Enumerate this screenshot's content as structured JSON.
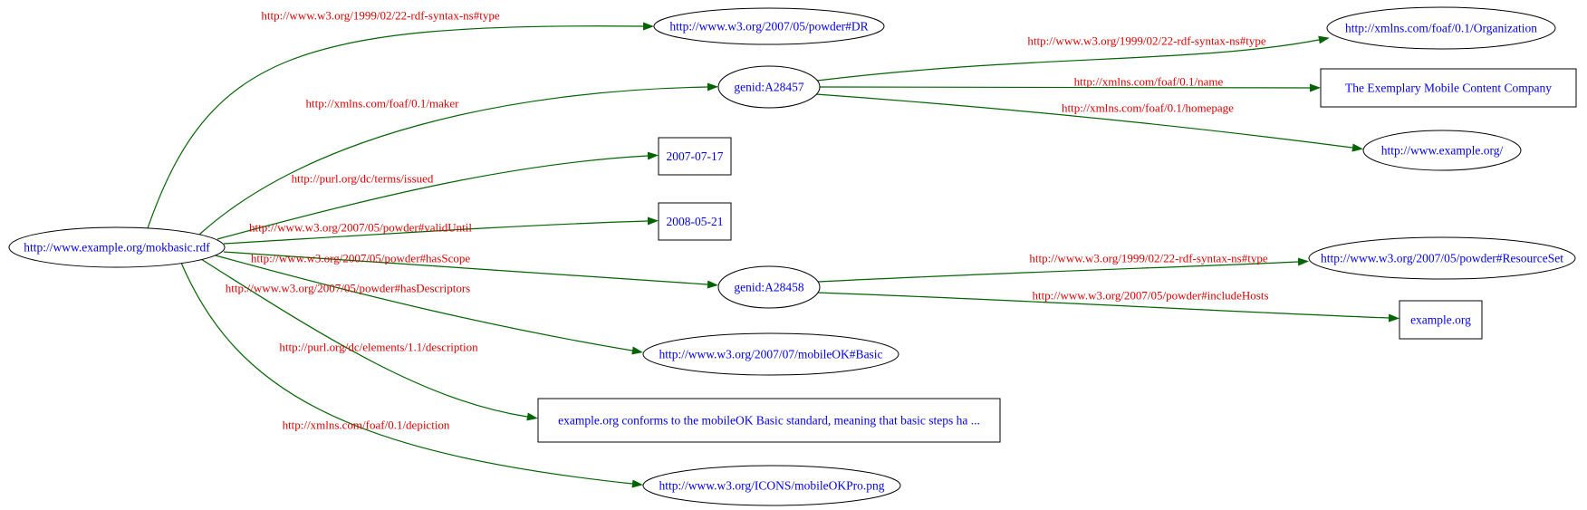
{
  "diagram": {
    "type": "rdf-graph",
    "colors": {
      "background": "#ffffff",
      "node_border": "#000000",
      "node_text": "#0000ee",
      "edge": "#006400",
      "edge_label": "#e00000"
    },
    "nodes": [
      {
        "id": "mokbasic",
        "shape": "ellipse",
        "label": "http://www.example.org/mokbasic.rdf"
      },
      {
        "id": "dr",
        "shape": "ellipse",
        "label": "http://www.w3.org/2007/05/powder#DR"
      },
      {
        "id": "genid1",
        "shape": "ellipse",
        "label": "genid:A28457"
      },
      {
        "id": "organization",
        "shape": "ellipse",
        "label": "http://xmlns.com/foaf/0.1/Organization"
      },
      {
        "id": "company",
        "shape": "box",
        "label": "The Exemplary Mobile Content Company"
      },
      {
        "id": "homepage",
        "shape": "ellipse",
        "label": "http://www.example.org/"
      },
      {
        "id": "issued-date",
        "shape": "box",
        "label": "2007-07-17"
      },
      {
        "id": "valid-date",
        "shape": "box",
        "label": "2008-05-21"
      },
      {
        "id": "genid2",
        "shape": "ellipse",
        "label": "genid:A28458"
      },
      {
        "id": "resourceset",
        "shape": "ellipse",
        "label": "http://www.w3.org/2007/05/powder#ResourceSet"
      },
      {
        "id": "examplehost",
        "shape": "box",
        "label": "example.org"
      },
      {
        "id": "mobileok",
        "shape": "ellipse",
        "label": "http://www.w3.org/2007/07/mobileOK#Basic"
      },
      {
        "id": "description-text",
        "shape": "box",
        "label": "example.org conforms to the mobileOK Basic standard, meaning that basic steps ha ..."
      },
      {
        "id": "depiction-img",
        "shape": "ellipse",
        "label": "http://www.w3.org/ICONS/mobileOKPro.png"
      }
    ],
    "edges": [
      {
        "id": "type-dr",
        "from": "mokbasic",
        "to": "dr",
        "label": "http://www.w3.org/1999/02/22-rdf-syntax-ns#type"
      },
      {
        "id": "maker",
        "from": "mokbasic",
        "to": "genid1",
        "label": "http://xmlns.com/foaf/0.1/maker"
      },
      {
        "id": "issued",
        "from": "mokbasic",
        "to": "issued-date",
        "label": "http://purl.org/dc/terms/issued"
      },
      {
        "id": "validuntil",
        "from": "mokbasic",
        "to": "valid-date",
        "label": "http://www.w3.org/2007/05/powder#validUntil"
      },
      {
        "id": "hasscope",
        "from": "mokbasic",
        "to": "genid2",
        "label": "http://www.w3.org/2007/05/powder#hasScope"
      },
      {
        "id": "hasdescriptors",
        "from": "mokbasic",
        "to": "mobileok",
        "label": "http://www.w3.org/2007/05/powder#hasDescriptors"
      },
      {
        "id": "description",
        "from": "mokbasic",
        "to": "description-text",
        "label": "http://purl.org/dc/elements/1.1/description"
      },
      {
        "id": "depiction",
        "from": "mokbasic",
        "to": "depiction-img",
        "label": "http://xmlns.com/foaf/0.1/depiction"
      },
      {
        "id": "type-org",
        "from": "genid1",
        "to": "organization",
        "label": "http://www.w3.org/1999/02/22-rdf-syntax-ns#type"
      },
      {
        "id": "name",
        "from": "genid1",
        "to": "company",
        "label": "http://xmlns.com/foaf/0.1/name"
      },
      {
        "id": "homepage-edge",
        "from": "genid1",
        "to": "homepage",
        "label": "http://xmlns.com/foaf/0.1/homepage"
      },
      {
        "id": "type-resourceset",
        "from": "genid2",
        "to": "resourceset",
        "label": "http://www.w3.org/1999/02/22-rdf-syntax-ns#type"
      },
      {
        "id": "includehosts",
        "from": "genid2",
        "to": "examplehost",
        "label": "http://www.w3.org/2007/05/powder#includeHosts"
      }
    ]
  }
}
